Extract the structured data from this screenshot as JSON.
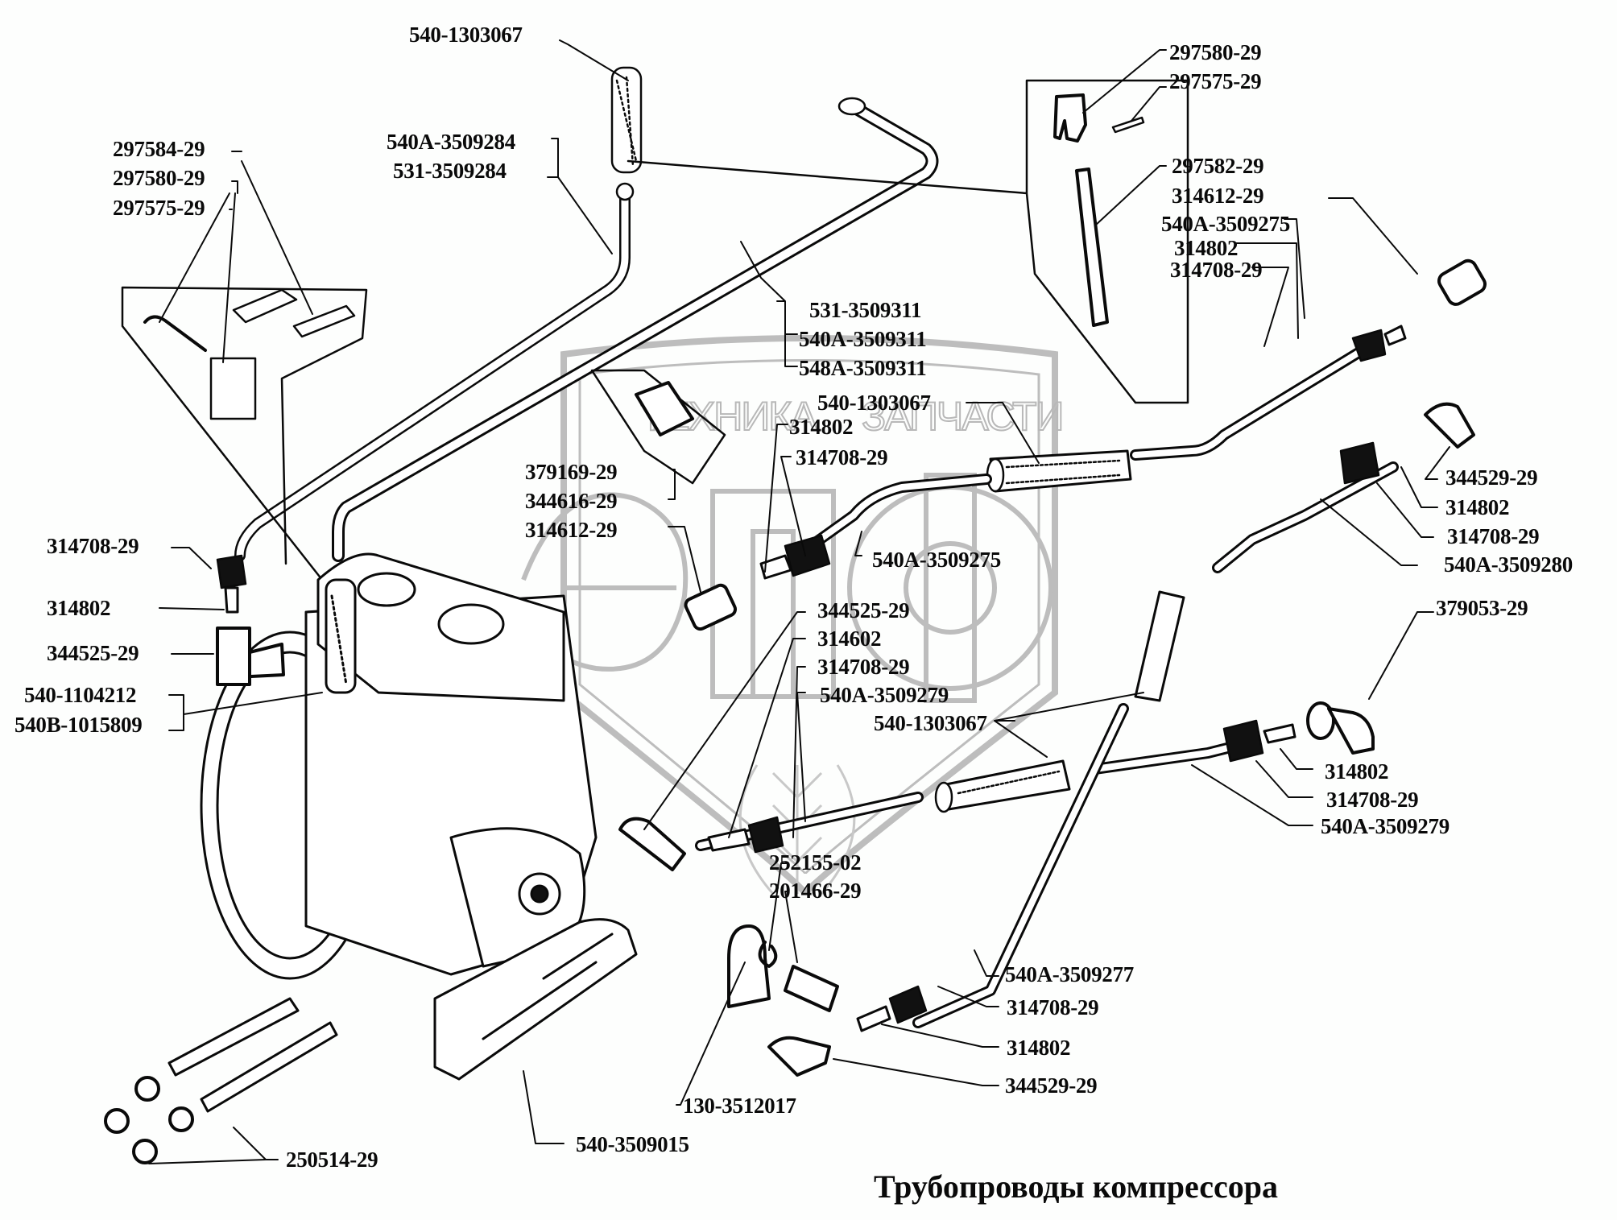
{
  "diagram": {
    "title": "Трубопроводы компрессора",
    "watermark": {
      "left_text": "ТЕХНИКА",
      "right_text": "ЗАПЧАСТИ",
      "logo_letters": "ЭПФ",
      "color": "#b8b8b8"
    },
    "line_color": "#0a0a0a",
    "background": "#fdfefd",
    "labels": [
      {
        "id": "l1",
        "text": "540-1303067"
      },
      {
        "id": "l2",
        "text": "540A-3509284"
      },
      {
        "id": "l3",
        "text": "531-3509284"
      },
      {
        "id": "l4",
        "text": "297584-29"
      },
      {
        "id": "l5",
        "text": "297580-29"
      },
      {
        "id": "l6",
        "text": "297575-29"
      },
      {
        "id": "l7",
        "text": "297580-29"
      },
      {
        "id": "l8",
        "text": "297575-29"
      },
      {
        "id": "l9",
        "text": "297582-29"
      },
      {
        "id": "l10",
        "text": "314612-29"
      },
      {
        "id": "l11",
        "text": "540A-3509275"
      },
      {
        "id": "l12",
        "text": "314802"
      },
      {
        "id": "l13",
        "text": "314708-29"
      },
      {
        "id": "l14",
        "text": "531-3509311"
      },
      {
        "id": "l15",
        "text": "540A-3509311"
      },
      {
        "id": "l16",
        "text": "548A-3509311"
      },
      {
        "id": "l17",
        "text": "540-1303067"
      },
      {
        "id": "l18",
        "text": "314802"
      },
      {
        "id": "l19",
        "text": "314708-29"
      },
      {
        "id": "l20",
        "text": "379169-29"
      },
      {
        "id": "l21",
        "text": "344616-29"
      },
      {
        "id": "l22",
        "text": "314612-29"
      },
      {
        "id": "l23",
        "text": "540A-3509275"
      },
      {
        "id": "l24",
        "text": "344529-29"
      },
      {
        "id": "l25",
        "text": "314802"
      },
      {
        "id": "l26",
        "text": "314708-29"
      },
      {
        "id": "l27",
        "text": "540A-3509280"
      },
      {
        "id": "l28",
        "text": "314708-29"
      },
      {
        "id": "l29",
        "text": "314802"
      },
      {
        "id": "l30",
        "text": "344525-29"
      },
      {
        "id": "l31",
        "text": "540-1104212"
      },
      {
        "id": "l32",
        "text": "540B-1015809"
      },
      {
        "id": "l33",
        "text": "344525-29"
      },
      {
        "id": "l34",
        "text": "314602"
      },
      {
        "id": "l35",
        "text": "314708-29"
      },
      {
        "id": "l36",
        "text": "540A-3509279"
      },
      {
        "id": "l37",
        "text": "379053-29"
      },
      {
        "id": "l38",
        "text": "540-1303067"
      },
      {
        "id": "l39",
        "text": "314802"
      },
      {
        "id": "l40",
        "text": "314708-29"
      },
      {
        "id": "l41",
        "text": "540A-3509279"
      },
      {
        "id": "l42",
        "text": "252155-02"
      },
      {
        "id": "l43",
        "text": "201466-29"
      },
      {
        "id": "l44",
        "text": "540A-3509277"
      },
      {
        "id": "l45",
        "text": "314708-29"
      },
      {
        "id": "l46",
        "text": "314802"
      },
      {
        "id": "l47",
        "text": "344529-29"
      },
      {
        "id": "l48",
        "text": "130-3512017"
      },
      {
        "id": "l49",
        "text": "540-3509015"
      },
      {
        "id": "l50",
        "text": "250514-29"
      }
    ]
  }
}
